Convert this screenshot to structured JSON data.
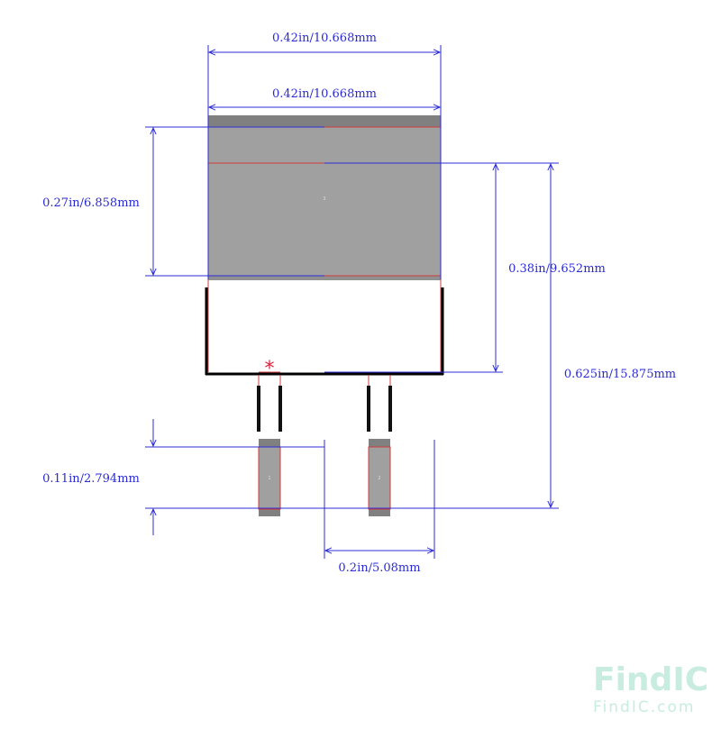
{
  "dimensions": {
    "top_width_outer": "0.42in/10.668mm",
    "top_width_inner": "0.42in/10.668mm",
    "left_height": "0.27in/6.858mm",
    "right_height_inner": "0.38in/9.652mm",
    "right_height_outer": "0.625in/15.875mm",
    "pad_height": "0.11in/2.794mm",
    "pad_pitch": "0.2in/5.08mm"
  },
  "pads": {
    "tab": "3",
    "pin1": "1",
    "pin2": "2"
  },
  "pin1_marker": "*",
  "watermark": {
    "logo_text_a": "Find",
    "logo_text_b": "IC",
    "url": "FindIC.com"
  },
  "colors": {
    "dimension_line": "#2b2bd6",
    "pad_fill": "#a0a0a0",
    "pad_dark": "#808080",
    "outline_red": "#d23c3c",
    "silkscreen": "#000000",
    "watermark": "#c8ece0"
  }
}
